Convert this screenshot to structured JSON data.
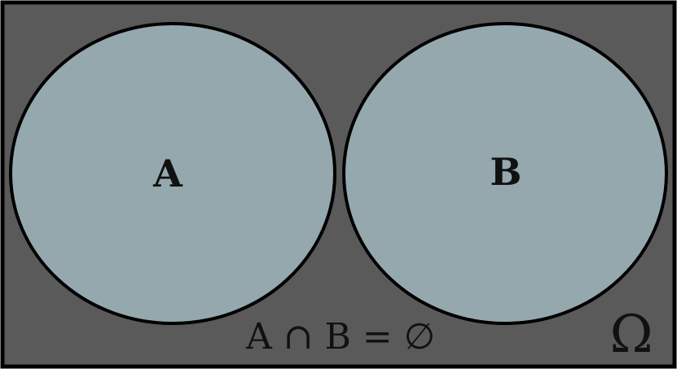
{
  "diagram": {
    "type": "venn",
    "universe_label": "Ω",
    "caption": "A ∩ B = ∅",
    "sets": [
      {
        "label": "A"
      },
      {
        "label": "B"
      }
    ]
  },
  "colors": {
    "universe_fill": "#5a5a5a",
    "set_fill": "#95a8ae",
    "stroke": "#000000",
    "text": "#111111"
  }
}
